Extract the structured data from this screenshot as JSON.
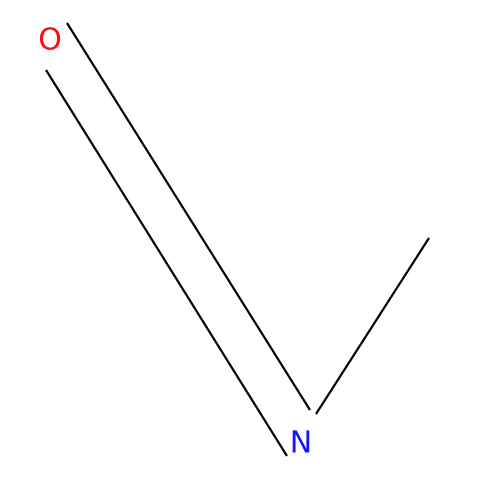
{
  "molecule": {
    "atoms": [
      {
        "id": "o1",
        "symbol": "O",
        "color": "#ff0d0d"
      },
      {
        "id": "n1",
        "symbol": "N",
        "color": "#1414ff"
      },
      {
        "id": "c1",
        "symbol": "",
        "color": "#000000"
      }
    ],
    "bonds": [
      {
        "from": "o1",
        "to": "n1",
        "order": 2
      },
      {
        "from": "n1",
        "to": "c1",
        "order": 1
      }
    ]
  }
}
